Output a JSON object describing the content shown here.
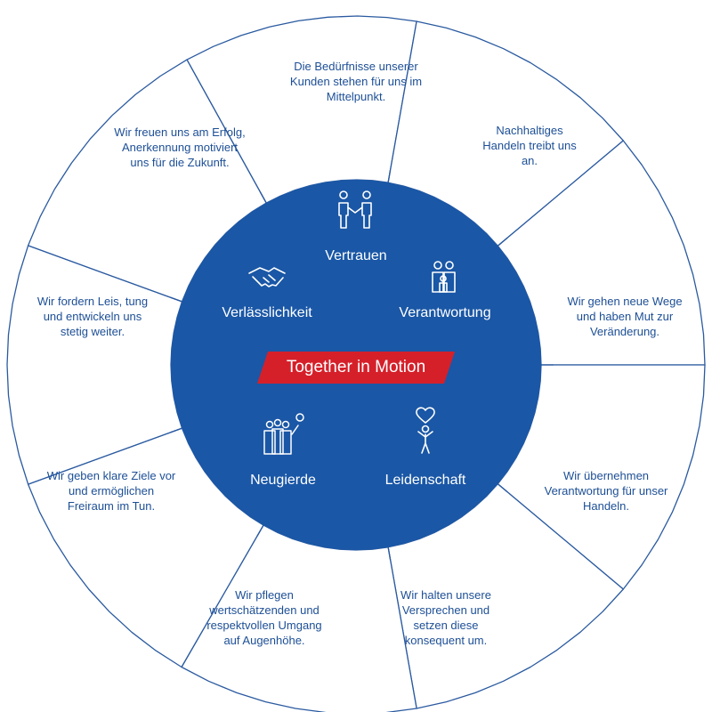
{
  "colors": {
    "primary_blue": "#1a57a6",
    "text_blue": "#1d4f96",
    "banner_red": "#d5202a",
    "outline": "#2a5aa0"
  },
  "center": {
    "motto": "Together in Motion",
    "values": [
      {
        "label": "Vertrauen",
        "icon": "handshake-people-icon"
      },
      {
        "label": "Verantwortung",
        "icon": "family-icon"
      },
      {
        "label": "Leidenschaft",
        "icon": "heart-person-icon"
      },
      {
        "label": "Neugierde",
        "icon": "team-idea-icon"
      },
      {
        "label": "Verlässlichkeit",
        "icon": "handshake-icon"
      }
    ]
  },
  "segments": [
    {
      "text": "Die Bedürfnisse unserer Kunden stehen für uns im Mittelpunkt."
    },
    {
      "text": "Nachhaltiges Handeln treibt uns an."
    },
    {
      "text": "Wir gehen neue Wege und haben Mut zur Veränderung."
    },
    {
      "text": "Wir übernehmen Verantwortung für unser Handeln."
    },
    {
      "text": "Wir halten unsere Versprechen und setzen diese konsequent um."
    },
    {
      "text": "Wir pflegen wertschätzenden und respektvollen Umgang auf Augenhöhe."
    },
    {
      "text": "Wir geben klare Ziele vor und ermöglichen Freiraum im Tun."
    },
    {
      "text": "Wir fordern Leis, tung und entwickeln uns stetig weiter."
    },
    {
      "text": "Wir freuen uns am Erfolg, Anerkennung motiviert uns für die Zukunft."
    }
  ]
}
